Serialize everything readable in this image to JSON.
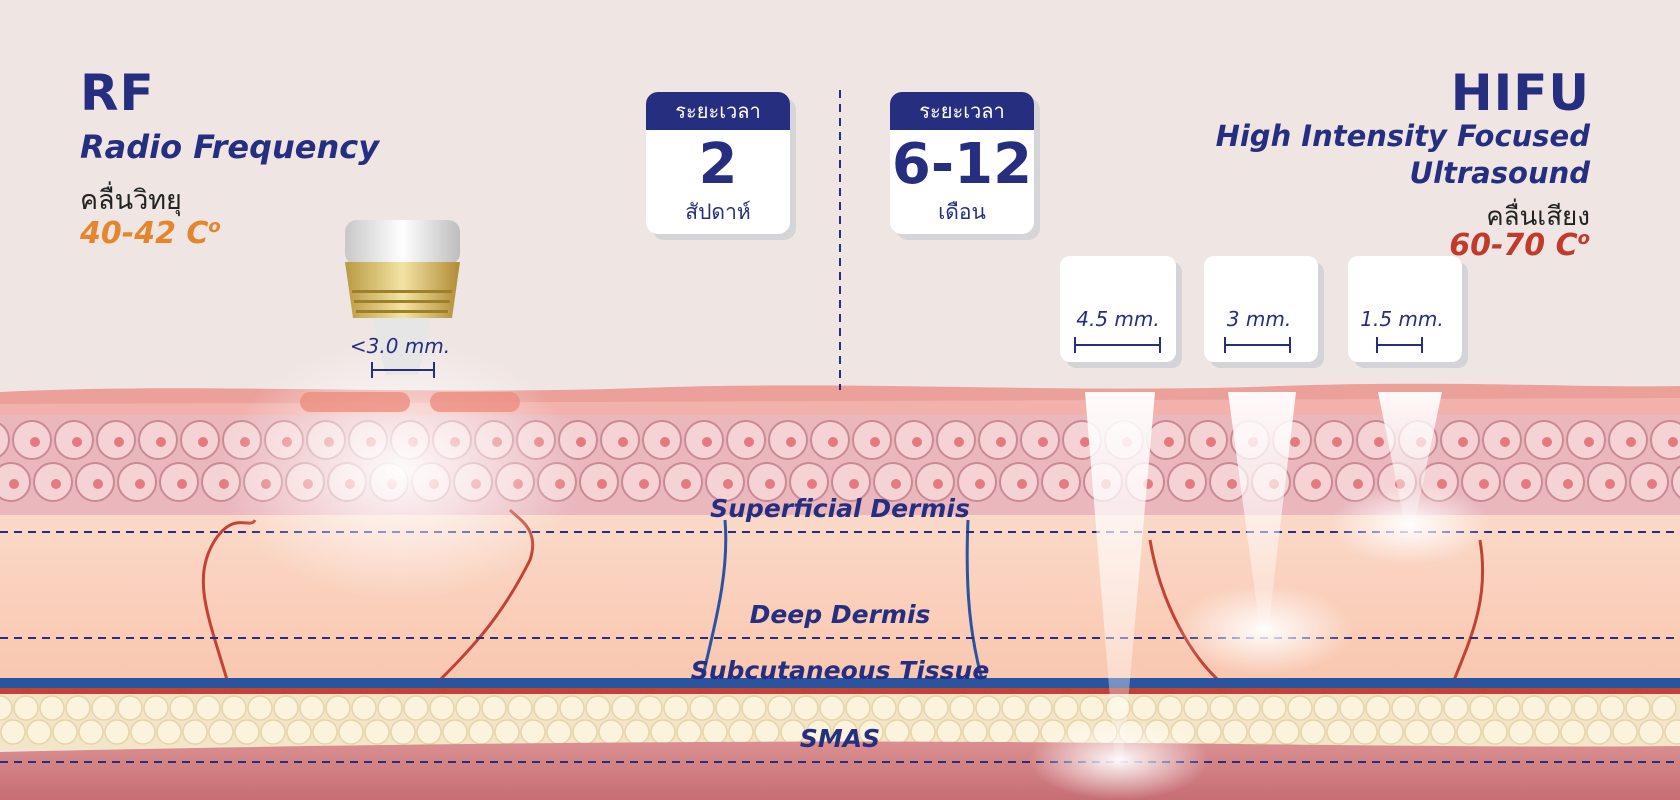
{
  "rf": {
    "title": "RF",
    "subtitle": "Radio Frequency",
    "thai_label": "คลื่นวิทยุ",
    "temperature": "40-42 C",
    "degree_symbol": "o",
    "accent_color": "#e5852e",
    "probe_depth_label": "<3.0 mm."
  },
  "hifu": {
    "title": "HIFU",
    "subtitle": "High Intensity Focused Ultrasound",
    "thai_label": "คลื่นเสียง",
    "temperature": "60-70 C",
    "degree_symbol": "o",
    "accent_color": "#c23a2b",
    "cartridges": [
      {
        "label": "4.5 mm."
      },
      {
        "label": "3 mm."
      },
      {
        "label": "1.5 mm."
      }
    ]
  },
  "durations": [
    {
      "header": "ระยะเวลา",
      "value": "2",
      "unit": "สัปดาห์"
    },
    {
      "header": "ระยะเวลา",
      "value": "6-12",
      "unit": "เดือน"
    }
  ],
  "layers": [
    {
      "name": "Superficial Dermis"
    },
    {
      "name": "Deep Dermis"
    },
    {
      "name": "Subcutaneous Tissue"
    },
    {
      "name": "SMAS"
    }
  ],
  "colors": {
    "background": "#efe6e3",
    "navy": "#262e80",
    "epidermis": "#f0a8a6",
    "dermis": "#fad5c2",
    "fat": "#f6ecd2",
    "muscle": "#d27f83"
  }
}
